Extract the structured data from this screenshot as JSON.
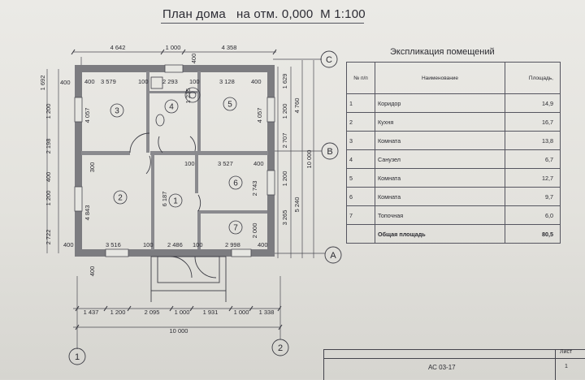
{
  "drawing": {
    "title": "План дома   на отм. 0,000  М 1:100",
    "axes": {
      "left": "1",
      "right": "2",
      "top": "C",
      "middle": "B",
      "bottom": "A"
    },
    "rooms": [
      "1",
      "2",
      "3",
      "4",
      "5",
      "6",
      "7"
    ],
    "top_dims": [
      "4 642",
      "1 000",
      "4 358"
    ],
    "top_inner_dims": [
      "400",
      "3 579",
      "100",
      "2 293",
      "100",
      "3 128",
      "400"
    ],
    "mid_dims": [
      "100",
      "3 527",
      "400"
    ],
    "low_inner_dims": [
      "400",
      "3 516",
      "100",
      "2 486",
      "100",
      "2 998",
      "400"
    ],
    "bottom_dims": [
      "1 437",
      "1 200",
      "2 095",
      "1 000",
      "1 931",
      "1 000",
      "1 338"
    ],
    "bottom_total": "10 000",
    "right_dims_outer": [
      "1 629",
      "1 200",
      "2 707",
      "1 200",
      "3 265"
    ],
    "right_totals": [
      "4 760",
      "5 240",
      "10 000"
    ],
    "right_inner": [
      "4 057",
      "2 743",
      "2 000"
    ],
    "left_dims": [
      "1 692",
      "1 200",
      "2 198",
      "400",
      "1 200",
      "2 722",
      "400"
    ],
    "left_inner": [
      "4 057",
      "4 843",
      "6 187",
      "300",
      "400"
    ],
    "misc_dims": [
      "400",
      "1 235"
    ]
  },
  "schedule": {
    "title": "Экспликация помещений",
    "headers": [
      "№ п/п",
      "Наименование",
      "Площадь,"
    ],
    "rows": [
      {
        "n": "1",
        "name": "Коридор",
        "area": "14,9"
      },
      {
        "n": "2",
        "name": "Кухня",
        "area": "16,7"
      },
      {
        "n": "3",
        "name": "Комната",
        "area": "13,8"
      },
      {
        "n": "4",
        "name": "Санузел",
        "area": "6,7"
      },
      {
        "n": "5",
        "name": "Комната",
        "area": "12,7"
      },
      {
        "n": "6",
        "name": "Комната",
        "area": "9,7"
      },
      {
        "n": "7",
        "name": "Топочная",
        "area": "6,0"
      }
    ],
    "total": {
      "label": "Общая площадь",
      "area": "80,5"
    }
  },
  "title_block": {
    "code": "АС 03-17",
    "sheet_label": "Лист",
    "sheet_num": "1"
  }
}
